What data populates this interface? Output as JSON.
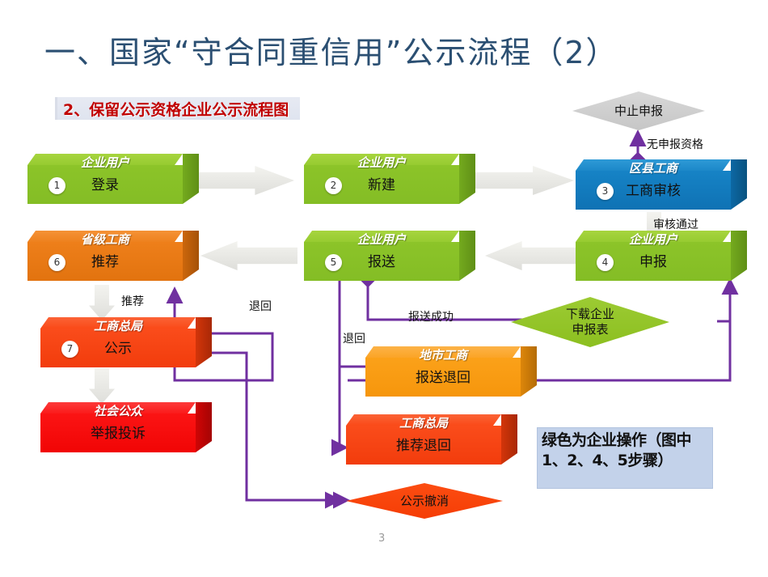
{
  "slide": {
    "title": "一、国家“守合同重信用”公示流程（2）",
    "subtitle": "2、保留公示资格企业公示流程图",
    "page_number": "3",
    "accent_color": "#2b4f72",
    "subtitle_color": "#c00000",
    "connector_color": "#7030a0"
  },
  "legend": {
    "text": "绿色为企业操作（图中1、2、4、5步骤）",
    "background": "#c3d2ea"
  },
  "nodes": [
    {
      "id": "n1",
      "number": "1",
      "header": "企业用户",
      "label": "登录",
      "shape": "box3d",
      "color": "green"
    },
    {
      "id": "n2",
      "number": "2",
      "header": "企业用户",
      "label": "新建",
      "shape": "box3d",
      "color": "green"
    },
    {
      "id": "n3",
      "number": "3",
      "header": "区县工商",
      "label": "工商审核",
      "shape": "box3d",
      "color": "blue"
    },
    {
      "id": "n4",
      "number": "4",
      "header": "企业用户",
      "label": "申报",
      "shape": "box3d",
      "color": "green"
    },
    {
      "id": "n5",
      "number": "5",
      "header": "企业用户",
      "label": "报送",
      "shape": "box3d",
      "color": "green"
    },
    {
      "id": "n6",
      "number": "6",
      "header": "省级工商",
      "label": "推荐",
      "shape": "box3d",
      "color": "orange"
    },
    {
      "id": "n7",
      "number": "7",
      "header": "工商总局",
      "label": "公示",
      "shape": "box3d",
      "color": "vermilion"
    },
    {
      "id": "n8",
      "number": "",
      "header": "社会公众",
      "label": "举报投诉",
      "shape": "box3d",
      "color": "red"
    },
    {
      "id": "n9",
      "number": "",
      "header": "地市工商",
      "label": "报送退回",
      "shape": "box3d",
      "color": "amber"
    },
    {
      "id": "n10",
      "number": "",
      "header": "工商总局",
      "label": "推荐退回",
      "shape": "box3d",
      "color": "vermilion"
    }
  ],
  "decisions": [
    {
      "id": "d1",
      "label": "中止申报",
      "color": "gray"
    },
    {
      "id": "d2",
      "label": "下载企业\n申报表",
      "line1": "下载企业",
      "line2": "申报表",
      "color": "green"
    },
    {
      "id": "d3",
      "label": "公示撤消",
      "color": "red"
    }
  ],
  "edge_labels": {
    "no_qualification": "无申报资格",
    "review_passed": "审核通过",
    "recommend": "推荐",
    "submit_success": "报送成功",
    "return_left": "退回",
    "return_mid": "退回"
  }
}
